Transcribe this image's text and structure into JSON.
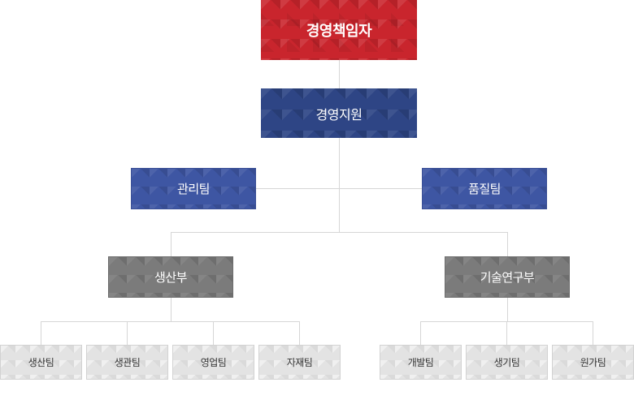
{
  "chart": {
    "ceo": "경영책임자",
    "support": "경영지원",
    "teams": [
      "관리팀",
      "품질팀"
    ],
    "departments": [
      "생산부",
      "기술연구부"
    ],
    "production_teams": [
      "생산팀",
      "생관팀",
      "영업팀",
      "자재팀"
    ],
    "rnd_teams": [
      "개발팀",
      "생기팀",
      "원가팀"
    ]
  },
  "colors": {
    "ceo": "#c9252d",
    "support": "#2e4585",
    "team": "#3e56a3",
    "department": "#7b7b7b",
    "leaf": "#e3e3e3",
    "connector": "#d6d6d6"
  }
}
